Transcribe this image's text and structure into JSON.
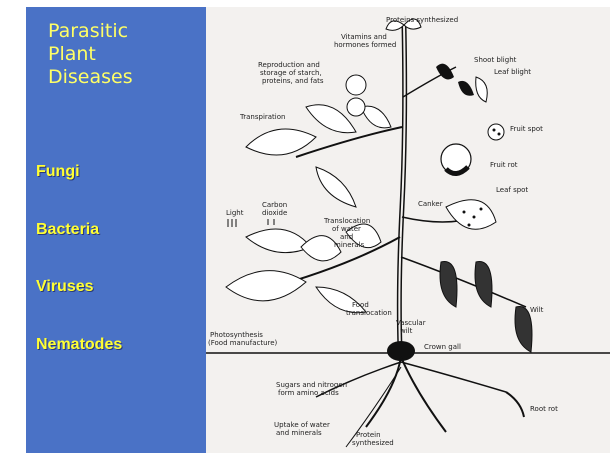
{
  "slide": {
    "title_lines": [
      "Parasitic",
      "Plant",
      "Diseases"
    ],
    "items": [
      "Fungi",
      "Bacteria",
      "Viruses",
      "Nematodes"
    ],
    "colors": {
      "panel": "#4a72c6",
      "title": "#ffff66",
      "items": "#ffff33"
    }
  },
  "illustration": {
    "labels": {
      "proteins_synthesized": "Proteins synthesized",
      "vitamins": "Vitamins and",
      "hormones": "hormones formed",
      "reproduction": "Reproduction and",
      "storage": "storage of starch,",
      "proteins_fats": "proteins, and fats",
      "transpiration": "Transpiration",
      "shoot_blight": "Shoot blight",
      "leaf_blight": "Leaf blight",
      "fruit_spot": "Fruit spot",
      "fruit_rot": "Fruit rot",
      "leaf_spot": "Leaf spot",
      "canker": "Canker",
      "light": "Light",
      "carbon": "Carbon",
      "dioxide": "dioxide",
      "translocation": "Translocation",
      "of_water": "of water",
      "and": "and",
      "minerals": "minerals",
      "food": "Food",
      "translocation2": "translocation",
      "vascular": "Vascular",
      "wilt_word": "wilt",
      "wilt": "Wilt",
      "photosynthesis": "Photosynthesis",
      "food_manufacture": "(Food manufacture)",
      "crown_gall": "Crown gall",
      "sugars": "Sugars and nitrogen",
      "amino": "form amino acids",
      "uptake": "Uptake of water",
      "and_minerals": "and minerals",
      "protein": "Protein",
      "synthesized": "synthesized",
      "root_rot": "Root rot"
    }
  }
}
